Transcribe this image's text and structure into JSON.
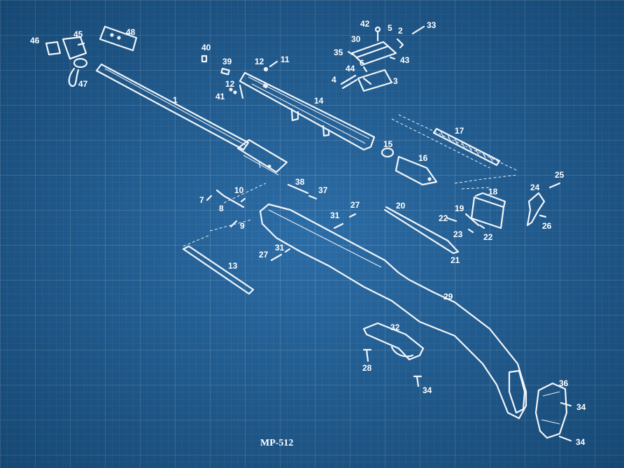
{
  "title": "MP-512",
  "part_labels": {
    "p1": "1",
    "p2": "2",
    "p3": "3",
    "p4": "4",
    "p5": "5",
    "p6": "6",
    "p7": "7",
    "p8": "8",
    "p9": "9",
    "p10": "10",
    "p11": "11",
    "p12a": "12",
    "p12b": "12",
    "p13": "13",
    "p14": "14",
    "p15": "15",
    "p16": "16",
    "p17": "17",
    "p18": "18",
    "p19": "19",
    "p20": "20",
    "p21": "21",
    "p22a": "22",
    "p22b": "22",
    "p23": "23",
    "p24": "24",
    "p25": "25",
    "p26": "26",
    "p27a": "27",
    "p27b": "27",
    "p28": "28",
    "p29": "29",
    "p30": "30",
    "p31a": "31",
    "p31b": "31",
    "p32": "32",
    "p33": "33",
    "p34a": "34",
    "p34b": "34",
    "p34c": "34",
    "p35": "35",
    "p36": "36",
    "p37": "37",
    "p38": "38",
    "p39": "39",
    "p40": "40",
    "p41": "41",
    "p42": "42",
    "p43": "43",
    "p44": "44",
    "p45": "45",
    "p46": "46",
    "p47": "47",
    "p48": "48"
  },
  "colors": {
    "background": "#1e63a0",
    "ink": "#f2f6fb"
  }
}
